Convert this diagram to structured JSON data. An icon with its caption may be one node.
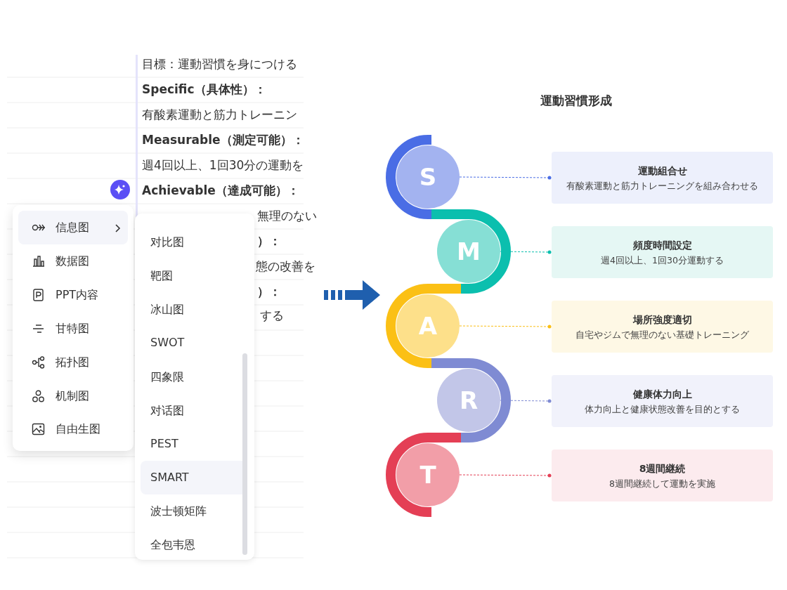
{
  "diagram": {
    "title": "運動習慣形成",
    "nodes": [
      {
        "text": [
          "S"
        ]
      },
      {
        "text": [
          "運動組合せ",
          "有酸素運動と筋力トレーニングを組み合わせる"
        ]
      },
      {
        "text": [
          "M"
        ]
      },
      {
        "text": [
          "頻度時間設定",
          "週4回以上、1回30分運動する"
        ]
      },
      {
        "text": [
          "A"
        ]
      },
      {
        "text": [
          "場所強度適切",
          "自宅やジムで無理のない基礎トレーニング"
        ]
      },
      {
        "text": [
          "R"
        ]
      },
      {
        "text": [
          "健康体力向上",
          "体力向上と健康状態改善を目的とする"
        ]
      },
      {
        "text": [
          "T"
        ]
      },
      {
        "text": [
          "8週間継続",
          "8週間継続して運動を実施"
        ]
      }
    ],
    "edges": [
      {
        "from": 0,
        "to": 1,
        "arrow": "other",
        "style": "dashed",
        "color": "#4a6de5"
      },
      {
        "from": 2,
        "to": 3,
        "arrow": "other",
        "style": "dashed",
        "color": "#0bbfae"
      },
      {
        "from": 4,
        "to": 5,
        "arrow": "other",
        "style": "dashed",
        "color": "#fbbf15"
      },
      {
        "from": 6,
        "to": 7,
        "arrow": "other",
        "style": "dashed",
        "color": "#7f8bd3"
      },
      {
        "from": 8,
        "to": 9,
        "arrow": "other",
        "style": "dashed",
        "color": "#e43f55"
      }
    ],
    "labels": [
      "目標：運動習慣を身につける",
      "Specific（具体性）：",
      "有酸素運動と筋力トレーニン",
      "Measurable（測定可能）：",
      "週4回以上、1回30分の運動を",
      "Achievable（達成可能）：",
      "無理のない",
      "）：",
      "態の改善を",
      "）：",
      "する",
      "信息图",
      "数据图",
      "PPT内容",
      "甘特图",
      "拓扑图",
      "机制图",
      "自由生图",
      "对比图",
      "靶图",
      "冰山图",
      "SWOT",
      "四象限",
      "对话图",
      "PEST",
      "SMART",
      "波士顿矩阵",
      "全包韦恩"
    ]
  }
}
